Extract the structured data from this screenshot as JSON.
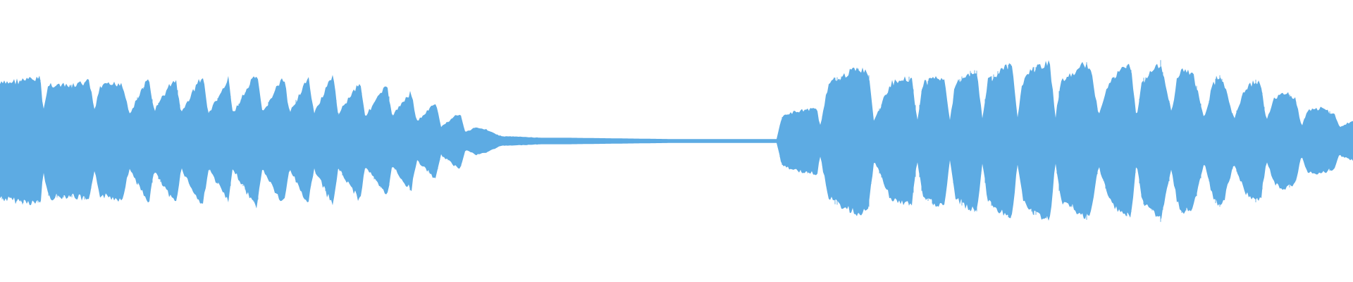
{
  "waveform": {
    "color": "#5dabe3",
    "background": "#ffffff",
    "envelope": {
      "t": [
        0.0,
        0.01,
        0.03,
        0.032,
        0.036,
        0.052,
        0.066,
        0.07,
        0.074,
        0.09,
        0.096,
        0.106,
        0.11,
        0.114,
        0.126,
        0.13,
        0.134,
        0.146,
        0.15,
        0.154,
        0.166,
        0.169,
        0.172,
        0.186,
        0.19,
        0.194,
        0.206,
        0.21,
        0.214,
        0.224,
        0.228,
        0.232,
        0.242,
        0.246,
        0.25,
        0.262,
        0.266,
        0.27,
        0.282,
        0.286,
        0.29,
        0.3,
        0.304,
        0.308,
        0.318,
        0.322,
        0.326,
        0.336,
        0.34,
        0.344,
        0.352,
        0.36,
        0.368,
        0.372,
        0.378,
        0.4,
        0.42,
        0.46,
        0.5,
        0.54,
        0.574,
        0.578,
        0.59,
        0.604,
        0.606,
        0.612,
        0.618,
        0.634,
        0.642,
        0.646,
        0.658,
        0.666,
        0.674,
        0.678,
        0.682,
        0.69,
        0.698,
        0.702,
        0.706,
        0.716,
        0.722,
        0.726,
        0.73,
        0.742,
        0.748,
        0.752,
        0.756,
        0.762,
        0.77,
        0.776,
        0.78,
        0.784,
        0.794,
        0.8,
        0.806,
        0.812,
        0.82,
        0.828,
        0.836,
        0.84,
        0.844,
        0.85,
        0.858,
        0.866,
        0.87,
        0.874,
        0.882,
        0.89,
        0.896,
        0.9,
        0.904,
        0.912,
        0.92,
        0.928,
        0.932,
        0.936,
        0.942,
        0.95,
        0.958,
        0.962,
        0.966,
        0.976,
        0.986,
        0.99,
        0.994,
        1.0
      ],
      "a": [
        0.42,
        0.44,
        0.46,
        0.22,
        0.42,
        0.4,
        0.44,
        0.22,
        0.4,
        0.43,
        0.2,
        0.4,
        0.45,
        0.22,
        0.42,
        0.45,
        0.2,
        0.43,
        0.47,
        0.2,
        0.4,
        0.46,
        0.2,
        0.44,
        0.48,
        0.2,
        0.42,
        0.46,
        0.2,
        0.4,
        0.46,
        0.2,
        0.4,
        0.48,
        0.2,
        0.38,
        0.44,
        0.18,
        0.36,
        0.4,
        0.18,
        0.32,
        0.36,
        0.14,
        0.24,
        0.28,
        0.1,
        0.18,
        0.2,
        0.06,
        0.1,
        0.08,
        0.04,
        0.03,
        0.03,
        0.02,
        0.02,
        0.015,
        0.01,
        0.01,
        0.01,
        0.18,
        0.22,
        0.24,
        0.1,
        0.4,
        0.46,
        0.54,
        0.5,
        0.14,
        0.42,
        0.46,
        0.46,
        0.14,
        0.42,
        0.46,
        0.48,
        0.14,
        0.42,
        0.5,
        0.52,
        0.16,
        0.44,
        0.54,
        0.56,
        0.16,
        0.44,
        0.52,
        0.56,
        0.58,
        0.16,
        0.44,
        0.5,
        0.56,
        0.56,
        0.18,
        0.44,
        0.52,
        0.56,
        0.16,
        0.44,
        0.5,
        0.58,
        0.2,
        0.46,
        0.52,
        0.5,
        0.16,
        0.4,
        0.48,
        0.46,
        0.16,
        0.38,
        0.44,
        0.42,
        0.14,
        0.32,
        0.36,
        0.3,
        0.1,
        0.22,
        0.24,
        0.2,
        0.1,
        0.12,
        0.14,
        0.12
      ]
    }
  }
}
